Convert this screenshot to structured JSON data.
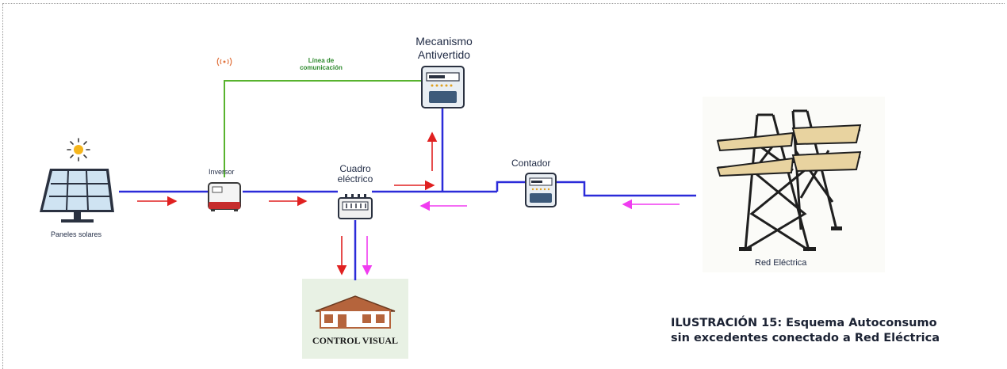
{
  "labels": {
    "mecanismo_line1": "Mecanismo",
    "mecanismo_line2": "Antivertido",
    "linea_line1": "Línea de",
    "linea_line2": "comunicación",
    "inversor": "Inversor",
    "cuadro_line1": "Cuadro",
    "cuadro_line2": "eléctrico",
    "contador": "Contador",
    "paneles": "Paneles solares",
    "red": "Red Eléctrica",
    "control": "CONTROL VISUAL"
  },
  "caption": {
    "line1": "ILUSTRACIÓN 15:   Esquema Autoconsumo",
    "line2": "sin excedentes conectado a Red Eléctrica"
  },
  "colors": {
    "power_line": "#2b2bd9",
    "comm_line": "#58b32e",
    "arrow_generation": "#e02020",
    "arrow_grid": "#f03cf0",
    "pylon_insulator": "#e8d3a0",
    "house_wall": "#b5643c"
  },
  "icons": [
    "sun-icon",
    "solar-panel-icon",
    "inverter-icon",
    "wifi-icon",
    "meter-icon",
    "breaker-panel-icon",
    "pylon-icon",
    "house-icon"
  ]
}
